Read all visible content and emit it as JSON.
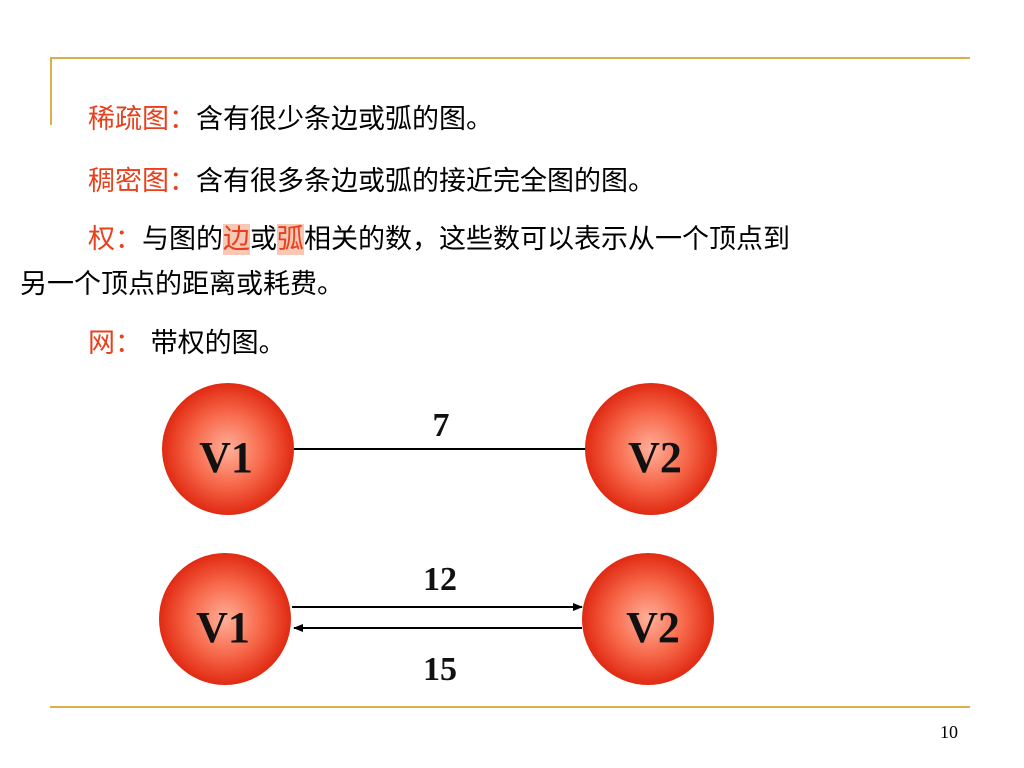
{
  "slide": {
    "definitions": [
      {
        "term": "稀疏图：",
        "text": "含有很少条边或弧的图。"
      },
      {
        "term": "稠密图：",
        "text": "含有很多条边或弧的接近完全图的图。"
      },
      {
        "term": "权：",
        "text_a": "与图的",
        "hl1": "边",
        "text_b": "或",
        "hl2": "弧",
        "text_c": "相关的数，这些数可以表示从一个顶点到",
        "text_d": "另一个顶点的距离或耗费。"
      },
      {
        "term": "网：",
        "text": " 带权的图。"
      }
    ],
    "page_number": "10"
  },
  "diagram": {
    "graph1": {
      "node1": "V1",
      "node2": "V2",
      "edge_weight": "7"
    },
    "graph2": {
      "node1": "V1",
      "node2": "V2",
      "arc_forward_weight": "12",
      "arc_backward_weight": "15"
    },
    "colors": {
      "node_center": "#ffb09a",
      "node_edge": "#e02a12",
      "frame": "#d9b04a",
      "term": "#e8401c"
    }
  }
}
